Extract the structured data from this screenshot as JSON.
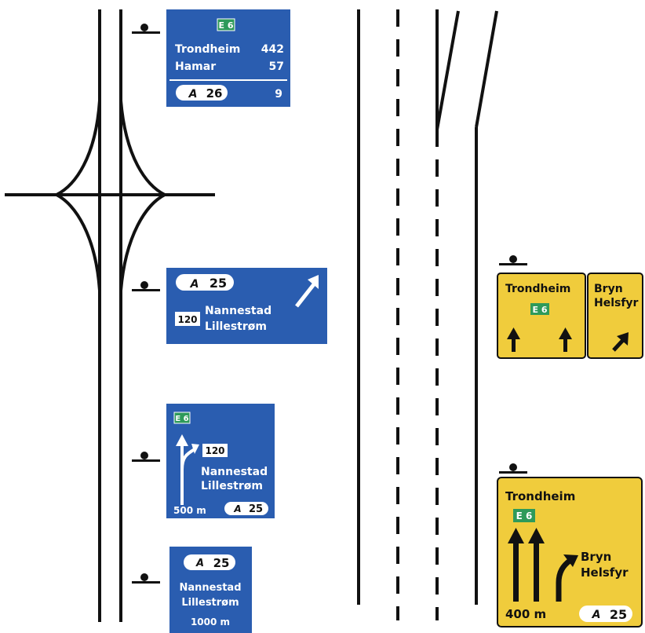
{
  "colors": {
    "sign_blue": "#2a5db0",
    "sign_yellow": "#f0cc3c",
    "route_green": "#2e9a5a",
    "line_black": "#111111",
    "background": "#ffffff"
  },
  "left_scheme": {
    "sign_1": {
      "route": "E 6",
      "rows": [
        {
          "place": "Trondheim",
          "distance": "442"
        },
        {
          "place": "Hamar",
          "distance": "57"
        }
      ],
      "road_number": "26",
      "road_distance": "9"
    },
    "sign_2": {
      "road_number": "25",
      "local_road": "120",
      "places": [
        "Nannestad",
        "Lillestrøm"
      ],
      "arrow_icon": "arrow-up-right-icon"
    },
    "sign_3": {
      "route": "E 6",
      "local_road": "120",
      "places": [
        "Nannestad",
        "Lillestrøm"
      ],
      "distance": "500 m",
      "road_number": "25"
    },
    "sign_4": {
      "road_number": "25",
      "places": [
        "Nannestad",
        "Lillestrøm"
      ],
      "distance": "1000 m"
    }
  },
  "right_scheme": {
    "sign_5": {
      "left_panel": {
        "place": "Trondheim",
        "route": "E 6"
      },
      "right_panel": {
        "places": [
          "Bryn",
          "Helsfyr"
        ]
      }
    },
    "sign_6": {
      "place": "Trondheim",
      "route": "E 6",
      "exit_places": [
        "Bryn",
        "Helsfyr"
      ],
      "distance": "400 m",
      "road_number": "25"
    }
  }
}
